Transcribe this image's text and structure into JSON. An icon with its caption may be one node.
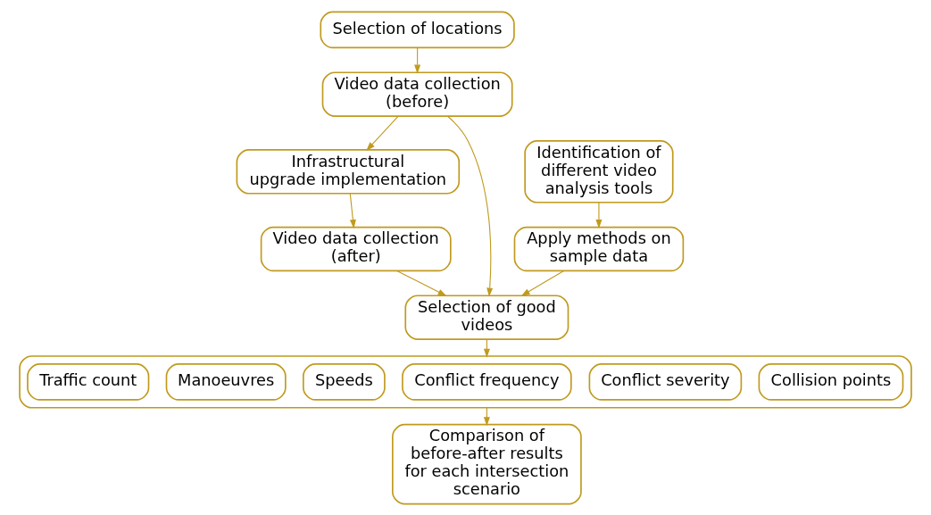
{
  "diagram": {
    "nodes": [
      {
        "text": [
          "Selection of locations"
        ]
      },
      {
        "text": [
          "Video data collection (before)"
        ]
      },
      {
        "text": [
          "Infrastructural upgrade implementation"
        ]
      },
      {
        "text": [
          "Video data collection (after)"
        ]
      },
      {
        "text": [
          "Identification of different video analysis tools"
        ]
      },
      {
        "text": [
          "Apply methods on sample data"
        ]
      },
      {
        "text": [
          "Selection of good videos"
        ]
      },
      {
        "text": [],
        "shape": "box"
      },
      {
        "text": [
          "Traffic count"
        ],
        "in": 7
      },
      {
        "text": [
          "Manoeuvres"
        ],
        "in": 7
      },
      {
        "text": [
          "Speeds"
        ],
        "in": 7
      },
      {
        "text": [
          "Conflict frequency"
        ],
        "in": 7
      },
      {
        "text": [
          "Conflict severity"
        ],
        "in": 7
      },
      {
        "text": [
          "Collision points"
        ],
        "in": 7
      },
      {
        "text": [
          "Comparison of before-after results for each intersection scenario"
        ]
      }
    ],
    "edges": [
      {
        "from": 0,
        "to": 1,
        "arrow": "to"
      },
      {
        "from": 1,
        "to": 2,
        "arrow": "to"
      },
      {
        "from": 2,
        "to": 3,
        "arrow": "to"
      },
      {
        "from": 1,
        "to": 6,
        "arrow": "to"
      },
      {
        "from": 3,
        "to": 6,
        "arrow": "to"
      },
      {
        "from": 4,
        "to": 5,
        "arrow": "to"
      },
      {
        "from": 5,
        "to": 6,
        "arrow": "to"
      },
      {
        "from": 6,
        "to": 7,
        "arrow": "to"
      },
      {
        "from": 7,
        "to": 14,
        "arrow": "to"
      }
    ]
  }
}
